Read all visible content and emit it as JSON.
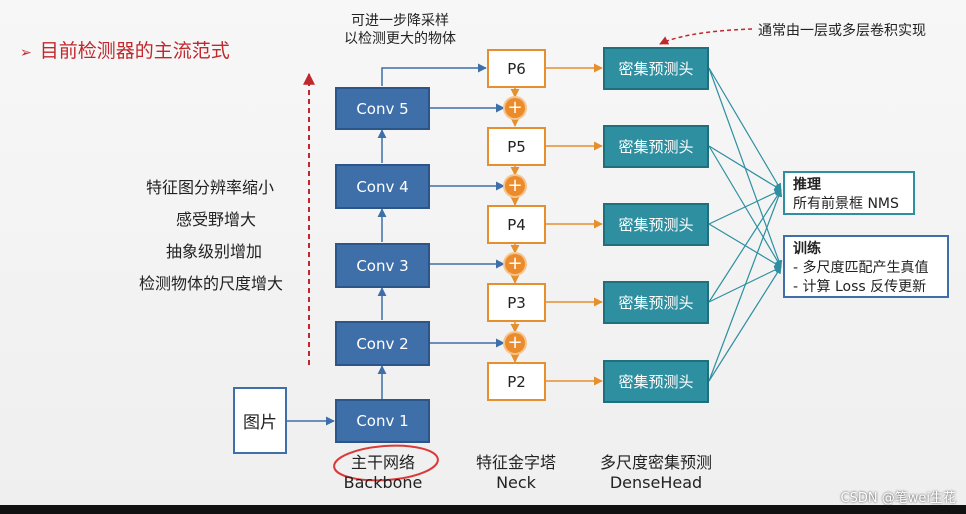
{
  "title": "目前检测器的主流范式",
  "downsample_note": {
    "line1": "可进一步降采样",
    "line2": "以检测更大的物体"
  },
  "head_note": "通常由一层或多层卷积实现",
  "side_notes": [
    "特征图分辨率缩小",
    "感受野增大",
    "抽象级别增加",
    "检测物体的尺度增大"
  ],
  "image_label": "图片",
  "backbone": [
    "Conv 1",
    "Conv 2",
    "Conv 3",
    "Conv 4",
    "Conv 5"
  ],
  "neck": [
    "P2",
    "P3",
    "P4",
    "P5",
    "P6"
  ],
  "plus_symbol": "+",
  "head_label": "密集预测头",
  "inference": {
    "title": "推理",
    "text": "所有前景框 NMS"
  },
  "training": {
    "title": "训练",
    "items": [
      "- 多尺度匹配产生真值",
      "- 计算 Loss 反传更新"
    ]
  },
  "columns": {
    "backbone": {
      "zh": "主干网络",
      "en": "Backbone"
    },
    "neck": {
      "zh": "特征金字塔",
      "en": "Neck"
    },
    "head": {
      "zh": "多尺度密集预测",
      "en": "DenseHead"
    }
  },
  "watermark": "CSDN @笔wei生花",
  "colors": {
    "title": "#c0282d",
    "conv": "#3f6fa8",
    "neck_border": "#e58f2f",
    "head": "#2e8fa0",
    "arrow_red": "#c0282d",
    "annotation_circle": "#d93a3a"
  }
}
